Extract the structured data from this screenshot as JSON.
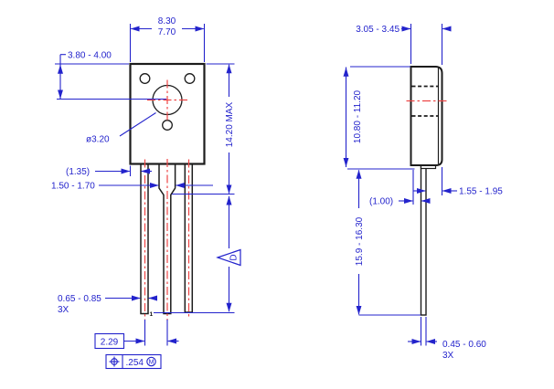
{
  "front_view": {
    "width_max": "8.30",
    "width_min": "7.70",
    "hole_center_offset": "3.80 - 4.00",
    "mounting_hole_diameter": "ø3.20",
    "lead_edge_offset_ref": "(1.35)",
    "center_lead_width": "1.50 - 1.70",
    "overall_height_max": "14.20 MAX",
    "lead_width": "0.65 - 0.85",
    "lead_width_qty": "3X",
    "lead_pitch_basic": "2.29",
    "datum_label": "D",
    "pin_one_marker": "1",
    "position_tolerance_value": ".254",
    "material_condition_modifier": "M"
  },
  "side_view": {
    "body_thickness": "3.05 - 3.45",
    "body_height": "10.80 - 11.20",
    "lead_length": "15.9 - 16.30",
    "lead_setback_ref": "(1.00)",
    "lead_to_back_offset": "1.55 - 1.95",
    "lead_thickness": "0.45 - 0.60",
    "lead_thickness_qty": "3X"
  },
  "colors": {
    "dimension_blue": "#2323cc",
    "outline_black": "#1c1c1c",
    "centerline_red": "#ee4545",
    "background": "#ffffff"
  }
}
